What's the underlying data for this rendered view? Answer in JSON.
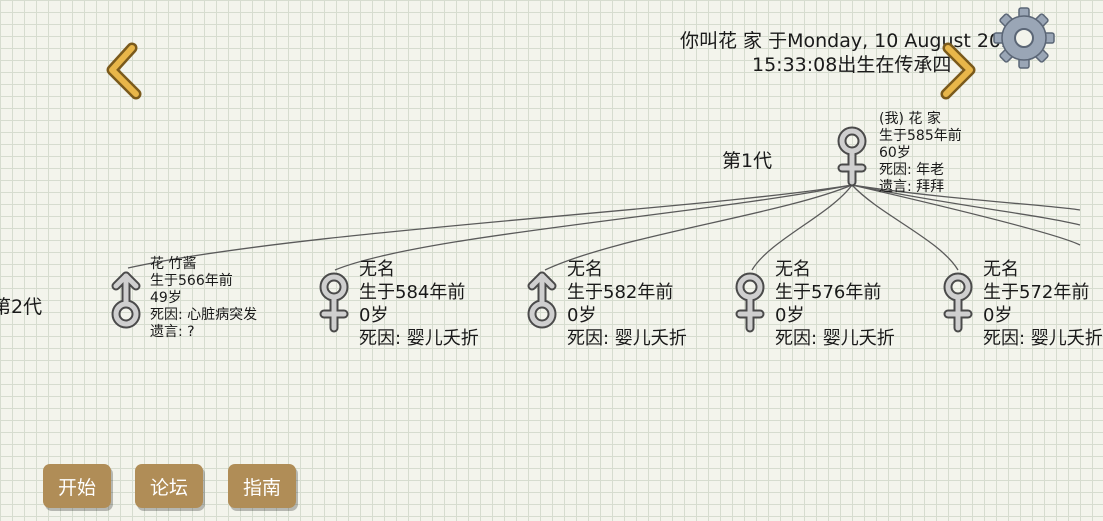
{
  "header": {
    "line1": "你叫花 家 于Monday, 10 August 2020",
    "line2": "15:33:08出生在传承四"
  },
  "icons": {
    "left": "chevron-left-icon",
    "right": "chevron-right-icon",
    "settings": "gear-icon",
    "male": "male-symbol-icon",
    "female": "female-symbol-icon"
  },
  "colors": {
    "accent": "#b08d57",
    "arrow": "#e8b64a",
    "symbol": "#c9c9c9"
  },
  "generations": {
    "gen1": "第1代",
    "gen2": "第2代"
  },
  "player": {
    "name": "(我) 花 家",
    "born": "生于585年前",
    "age": "60岁",
    "death": "死因:  年老",
    "will": "遗言:  拜拜"
  },
  "children": [
    {
      "gender": "male",
      "name": "花 竹酱",
      "born": "生于566年前",
      "age": "49岁",
      "death": "死因:  心脏病突发",
      "will": "遗言:  ?"
    },
    {
      "gender": "female",
      "name": "无名",
      "born": "生于584年前",
      "age": "0岁",
      "death": "死因:  婴儿夭折"
    },
    {
      "gender": "male",
      "name": "无名",
      "born": "生于582年前",
      "age": "0岁",
      "death": "死因:  婴儿夭折"
    },
    {
      "gender": "female",
      "name": "无名",
      "born": "生于576年前",
      "age": "0岁",
      "death": "死因:  婴儿夭折"
    },
    {
      "gender": "female",
      "name": "无名",
      "born": "生于572年前",
      "age": "0岁",
      "death": "死因:  婴儿夭折"
    }
  ],
  "buttons": {
    "start": "开始",
    "forum": "论坛",
    "guide": "指南"
  }
}
